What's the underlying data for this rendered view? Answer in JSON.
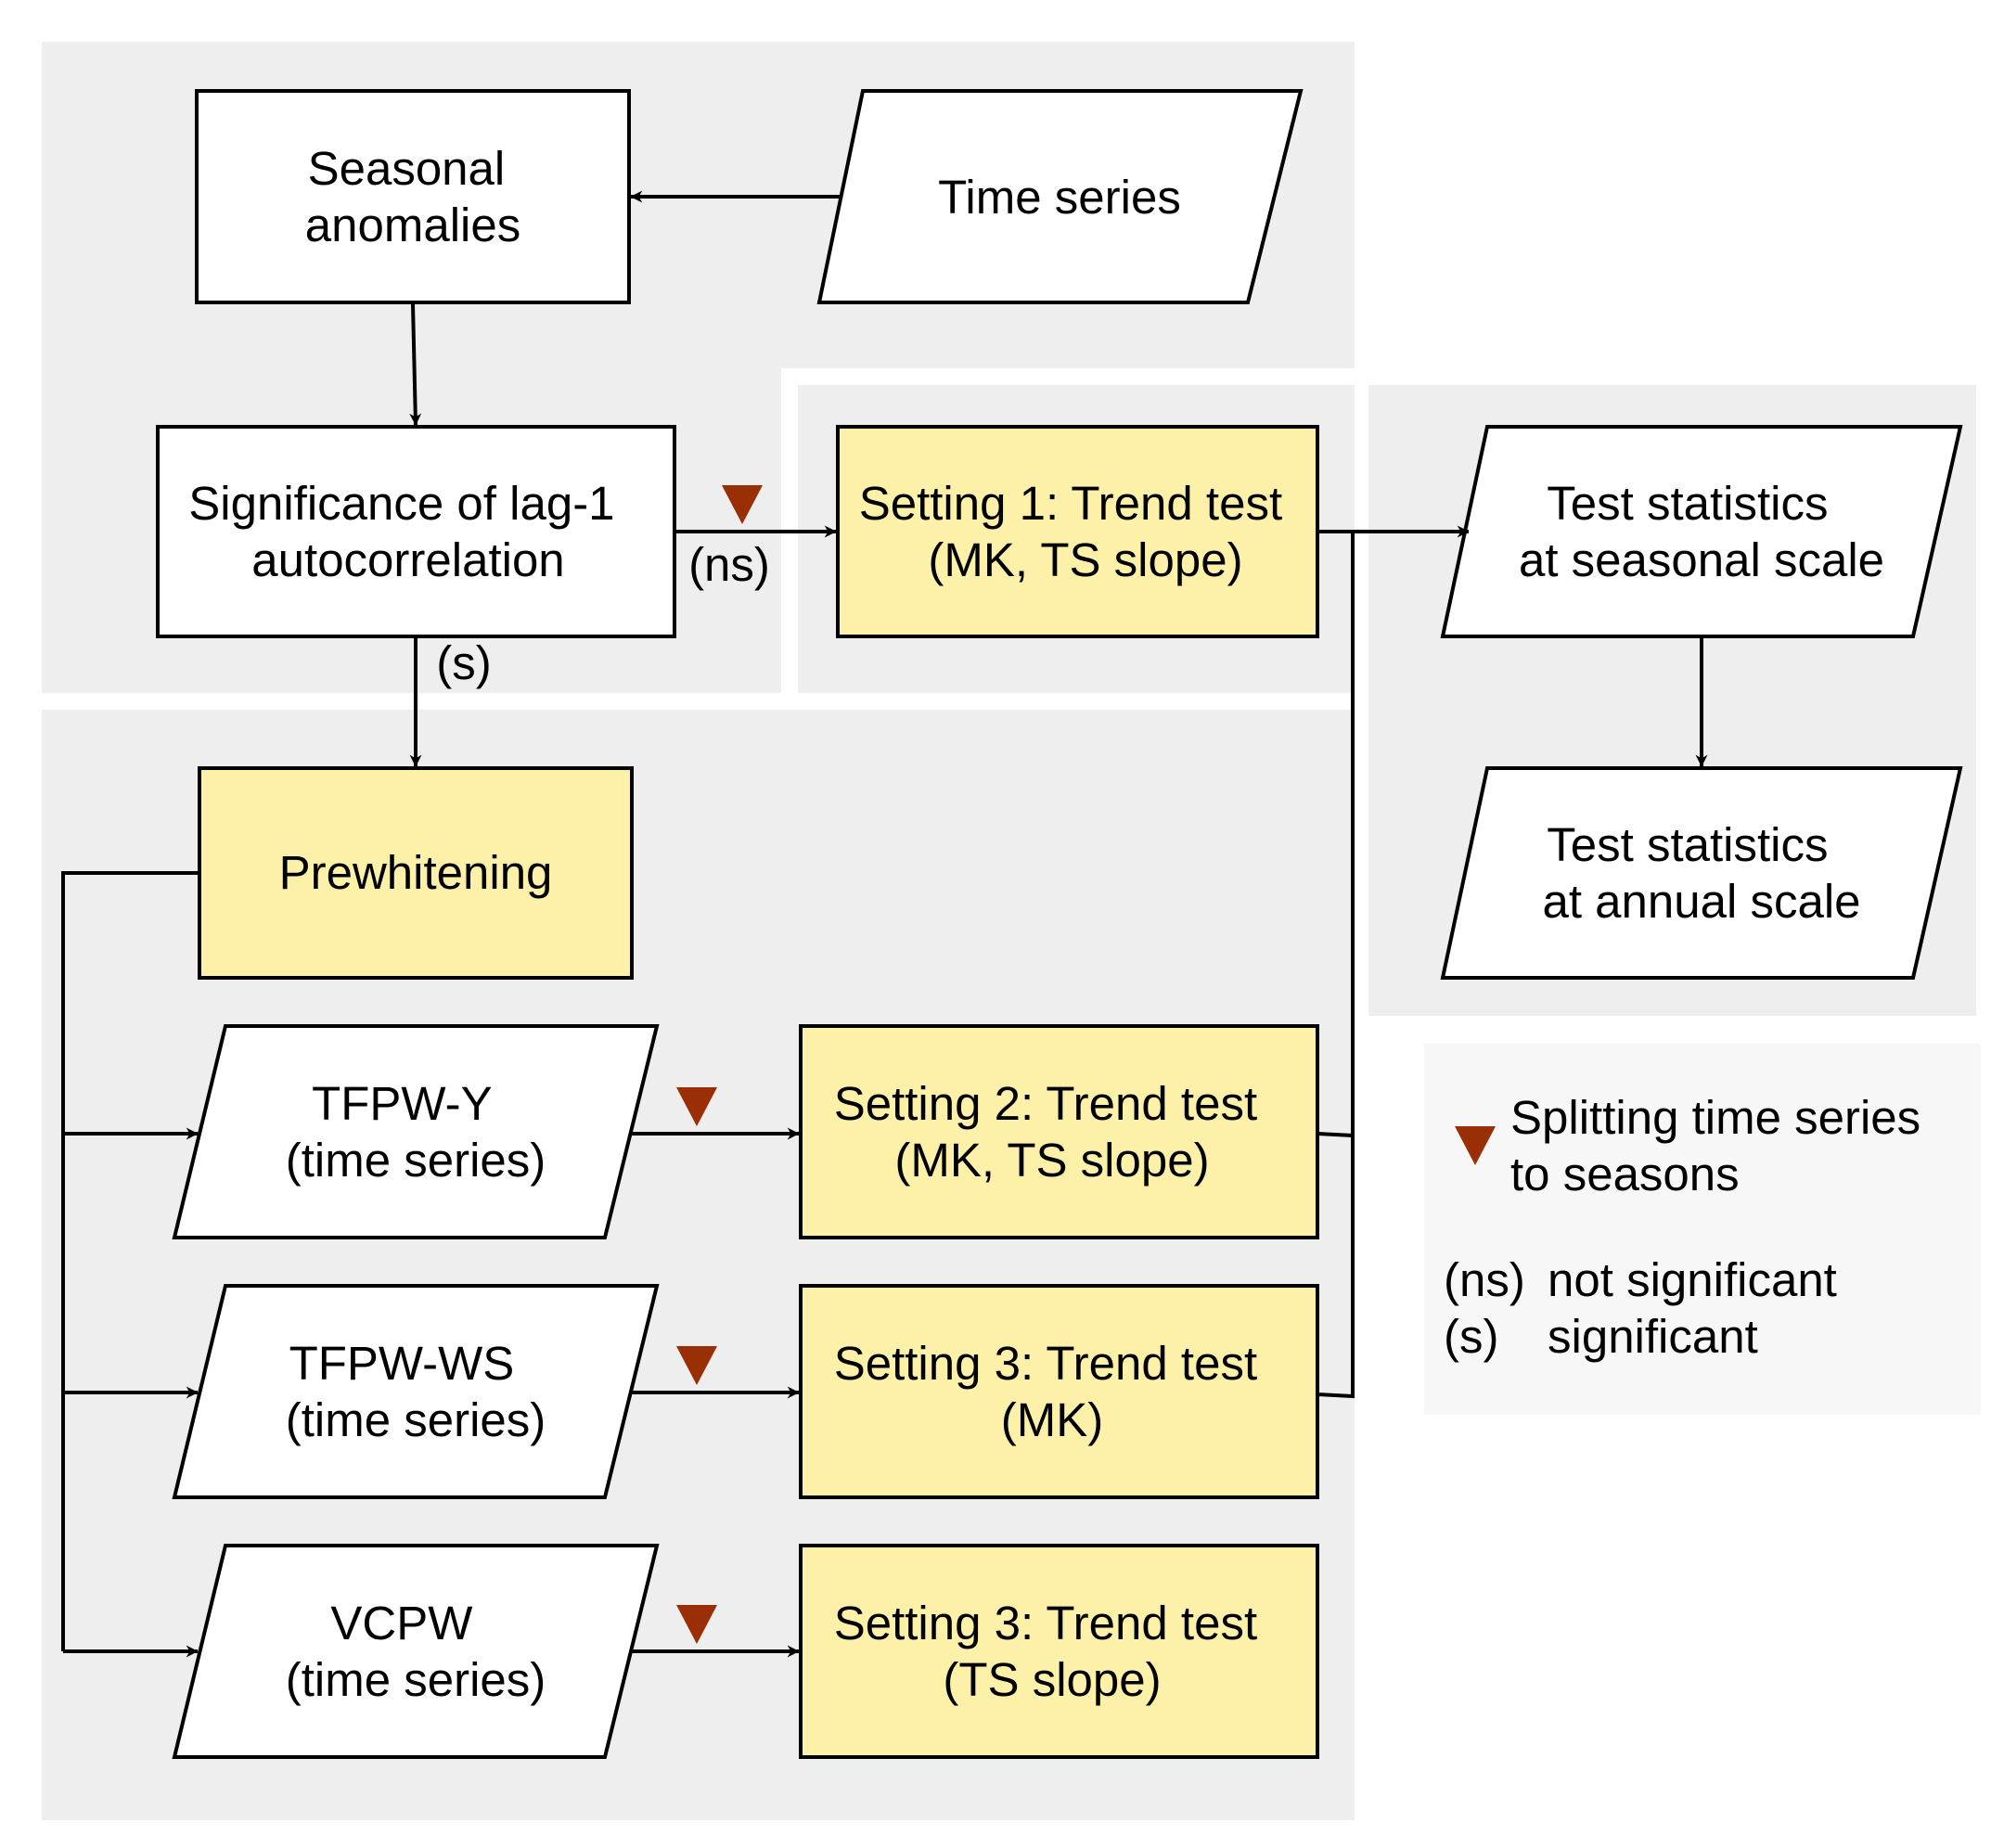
{
  "colors": {
    "background_panel": "#eeeeee",
    "legend_panel": "#f7f7f7",
    "process_box": "#ffffff",
    "highlight_box": "#fdf0a8",
    "split_marker": "#9a2e05",
    "line": "#000000"
  },
  "nodes": {
    "seasonal_anomalies": [
      "Seasonal",
      "anomalies"
    ],
    "time_series": [
      "Time series"
    ],
    "lag1": [
      "Significance of lag-1",
      "autocorrelation"
    ],
    "setting1": [
      "Setting 1: Trend test",
      "(MK, TS slope)"
    ],
    "test_seasonal": [
      "Test statistics",
      "at seasonal scale"
    ],
    "test_annual": [
      "Test statistics",
      "at annual scale"
    ],
    "prewhitening": [
      "Prewhitening"
    ],
    "tfpw_y": [
      "TFPW-Y",
      "(time series)"
    ],
    "setting2": [
      "Setting 2: Trend test",
      "(MK, TS slope)"
    ],
    "tfpw_ws": [
      "TFPW-WS",
      "(time series)"
    ],
    "setting3_mk": [
      "Setting 3: Trend test",
      "(MK)"
    ],
    "vcpw": [
      "VCPW",
      "(time series)"
    ],
    "setting3_ts": [
      "Setting 3: Trend test",
      "(TS slope)"
    ]
  },
  "edge_labels": {
    "not_significant": "(ns)",
    "significant": "(s)"
  },
  "legend": {
    "split_label_lines": [
      "Splitting time series",
      "to seasons"
    ],
    "ns_abbr": "(ns)",
    "ns_desc": "not significant",
    "s_abbr": "(s)",
    "s_desc": "significant"
  }
}
